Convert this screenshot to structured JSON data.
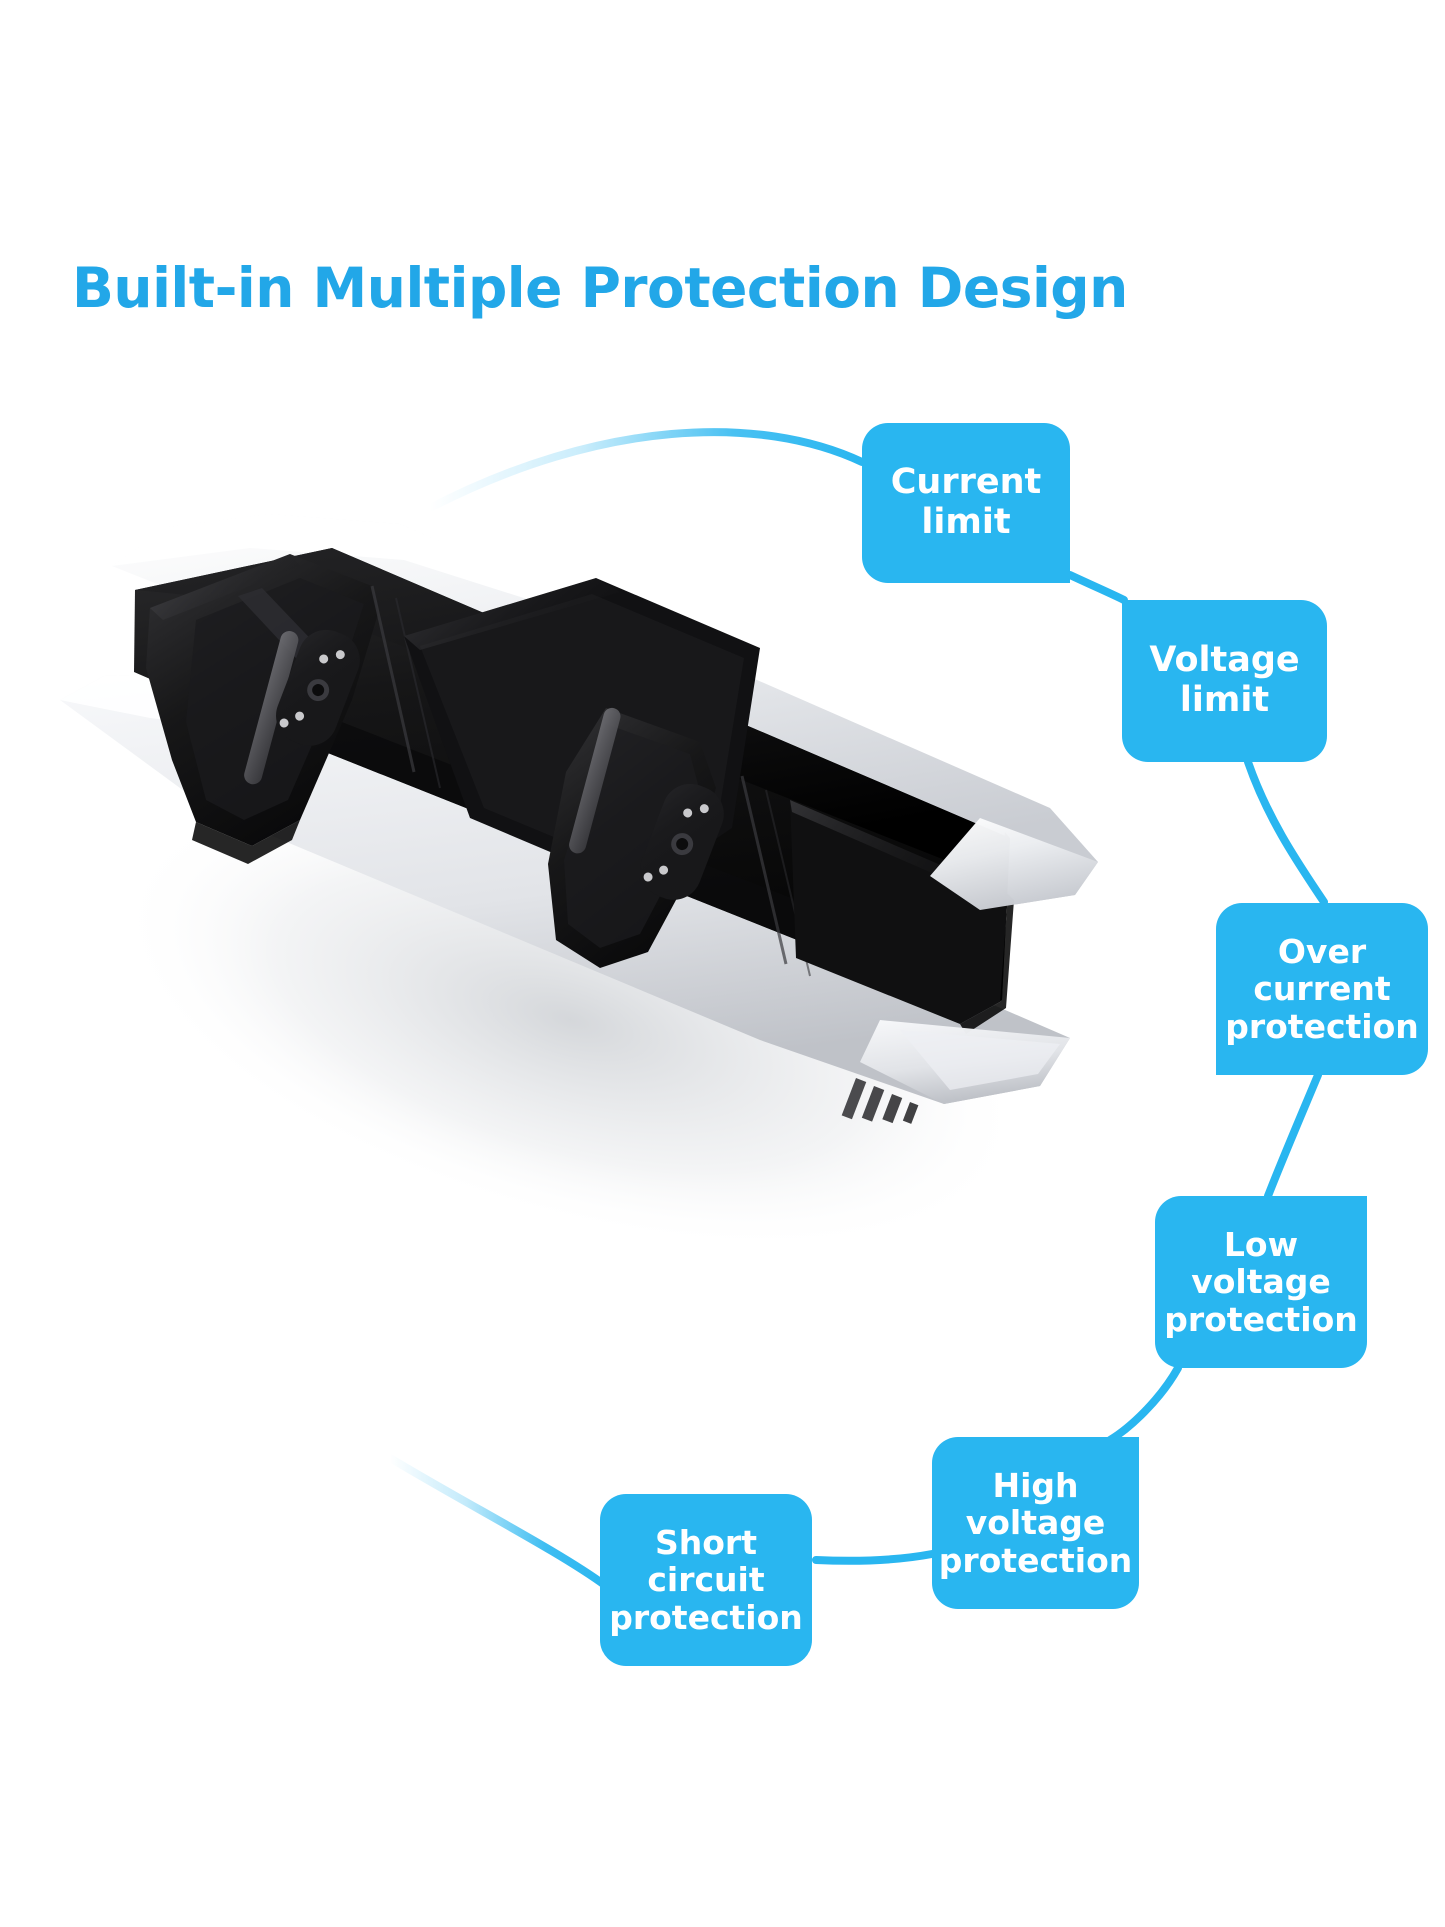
{
  "page": {
    "background_color": "#ffffff",
    "accent_color": "#29b6f0",
    "title_color": "#22a7e8",
    "title": "Built-in Multiple Protection Design"
  },
  "callouts": [
    {
      "id": "current-limit",
      "lines": [
        "Current",
        "limit"
      ]
    },
    {
      "id": "voltage-limit",
      "lines": [
        "Voltage",
        "limit"
      ]
    },
    {
      "id": "over-current",
      "lines": [
        "Over",
        "current",
        "protection"
      ]
    },
    {
      "id": "low-voltage",
      "lines": [
        "Low",
        "voltage",
        "protection"
      ]
    },
    {
      "id": "high-voltage",
      "lines": [
        "High",
        "voltage",
        "protection"
      ]
    },
    {
      "id": "short-circuit",
      "lines": [
        "Short",
        "circuit",
        "protection"
      ]
    }
  ],
  "product": {
    "name": "controller-charging-dock",
    "body_color": "#121212",
    "shell_color": "#f2f2f4"
  }
}
